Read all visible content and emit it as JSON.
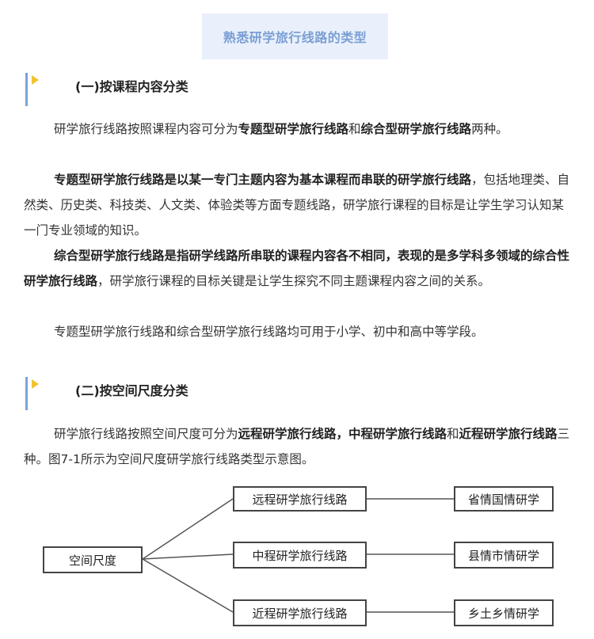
{
  "title": "熟悉研学旅行线路的类型",
  "section1": {
    "heading": "(一)按课程内容分类",
    "p1_a": "研学旅行线路按照课程内容可分为",
    "p1_b": "专题型研学旅行线路",
    "p1_c": "和",
    "p1_d": "综合型研学旅行线路",
    "p1_e": "两种。",
    "p2_bold": "专题型研学旅行线路是以某一专门主题内容为基本课程而串联的研学旅行线路",
    "p2_rest": "，包括地理类、自然类、历史类、科技类、人文类、体验类等方面专题线路，研学旅行课程的目标是让学生学习认知某一门专业领域的知识。",
    "p3_bold": "综合型研学旅行线路是指研学线路所串联的课程内容各不相同，表现的是多学科多领域的综合性研学旅行线路",
    "p3_rest": "，研学旅行课程的目标关键是让学生探究不同主题课程内容之间的关系。",
    "p4": "专题型研学旅行线路和综合型研学旅行线路均可用于小学、初中和高中等学段。"
  },
  "section2": {
    "heading": "(二)按空间尺度分类",
    "p1_a": "研学旅行线路按照空间尺度可分为",
    "p1_b": "远程研学旅行线路，中程研学旅行线路",
    "p1_c": "和",
    "p1_d": "近程研学旅行线路",
    "p1_e": "三种。图7-1所示为空间尺度研学旅行线路类型示意图。"
  },
  "diagram": {
    "root": "空间尺度",
    "routes": [
      "远程研学旅行线路",
      "中程研学旅行线路",
      "近程研学旅行线路"
    ],
    "targets": [
      "省情国情研学",
      "县情市情研学",
      "乡土乡情研学"
    ]
  }
}
